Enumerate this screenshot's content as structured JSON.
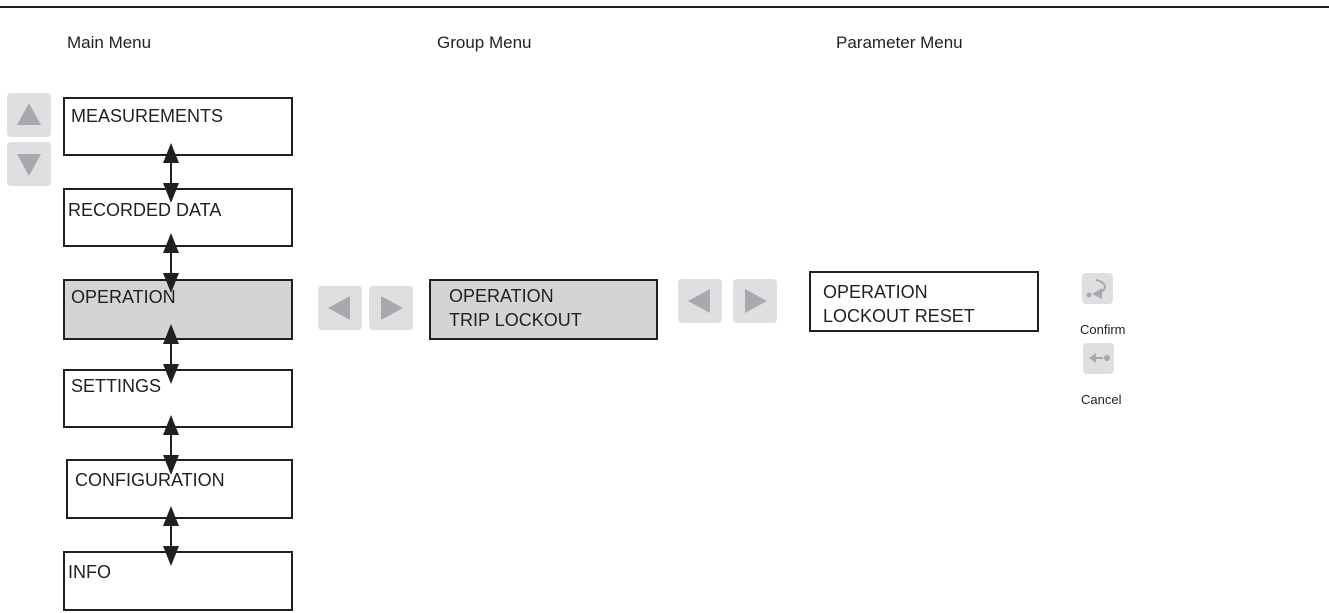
{
  "columns": {
    "main": "Main Menu",
    "group": "Group Menu",
    "parameter": "Parameter Menu"
  },
  "main_menu": [
    "MEASUREMENTS",
    "RECORDED DATA",
    "OPERATION",
    "SETTINGS",
    "CONFIGURATION",
    "INFO"
  ],
  "active_main_item": "OPERATION",
  "group_menu": {
    "line1": "OPERATION",
    "line2": "TRIP LOCKOUT"
  },
  "parameter_menu": {
    "line1": "OPERATION",
    "line2": "LOCKOUT RESET"
  },
  "buttons": {
    "up": "up-arrow-icon",
    "down": "down-arrow-icon",
    "left": "left-arrow-icon",
    "right": "right-arrow-icon",
    "confirm_label": "Confirm",
    "cancel_label": "Cancel"
  },
  "colors": {
    "line": "#231f20",
    "button_bg": "#dedfe0",
    "button_glyph": "#a7a9ac",
    "active_item_bg": "#d4d4d4"
  }
}
